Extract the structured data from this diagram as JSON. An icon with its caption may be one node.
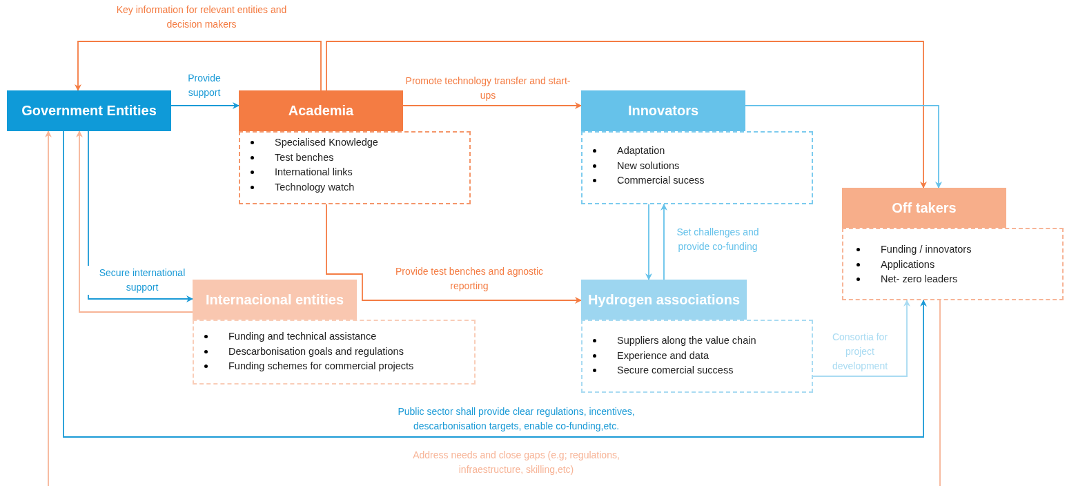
{
  "diagram": {
    "nodes": [
      {
        "text": [
          "Government Entities"
        ]
      },
      {
        "text": [
          "Academia"
        ]
      },
      {
        "text": [
          "Specialised Knowledge",
          "Test benches",
          "International links",
          "Technology watch"
        ]
      },
      {
        "text": [
          "Innovators"
        ]
      },
      {
        "text": [
          "Adaptation",
          "New solutions",
          "Commercial sucess"
        ]
      },
      {
        "text": [
          "Off takers"
        ]
      },
      {
        "text": [
          "Funding / innovators",
          "Applications",
          "Net- zero leaders"
        ]
      },
      {
        "text": [
          "Internacional entities"
        ]
      },
      {
        "text": [
          "Funding and technical assistance",
          "Descarbonisation goals and regulations",
          "Funding schemes for commercial projects"
        ]
      },
      {
        "text": [
          "Hydrogen associations"
        ]
      },
      {
        "text": [
          "Suppliers along the value chain",
          "Experience and data",
          "Secure comercial success"
        ]
      }
    ],
    "edges": [
      {
        "from": 1,
        "to": 0,
        "arrow": "to",
        "label": "Key information for relevant entities and decision makers"
      },
      {
        "from": 1,
        "to": 5,
        "arrow": "to"
      },
      {
        "from": 0,
        "to": 1,
        "arrow": "to",
        "label": "Provide support",
        "color": "#1a9ad6"
      },
      {
        "from": 1,
        "to": 3,
        "arrow": "to",
        "label": "Promote technology transfer and start- ups"
      },
      {
        "from": 3,
        "to": 5,
        "arrow": "to",
        "color": "#66c2ea"
      },
      {
        "from": 0,
        "to": 7,
        "arrow": "to",
        "label": "Secure international support",
        "color": "#1a9ad6"
      },
      {
        "from": 7,
        "to": 0,
        "arrow": "to",
        "color": "#f7b497"
      },
      {
        "from": 2,
        "to": 9,
        "arrow": "to",
        "label": "Provide test benches and agnostic reporting"
      },
      {
        "from": 4,
        "to": 9,
        "arrow": "to",
        "color": "#66c2ea"
      },
      {
        "from": 9,
        "to": 4,
        "arrow": "to",
        "label": "Set challenges and provide co-funding",
        "color": "#66c2ea"
      },
      {
        "from": 10,
        "to": 6,
        "arrow": "to",
        "label": "Consortia for project development",
        "color": "#a9dbf2"
      },
      {
        "from": 0,
        "to": 6,
        "arrow": "to",
        "label": "Public sector shall provide clear regulations, incentives, descarbonisation targets, enable co-funding,etc.",
        "color": "#1a9ad6"
      },
      {
        "from": 6,
        "to": 0,
        "arrow": "to",
        "label": "Address needs and close gaps (e.g; regulations, infraestructure, skilling,etc)",
        "color": "#f7b497"
      }
    ]
  }
}
